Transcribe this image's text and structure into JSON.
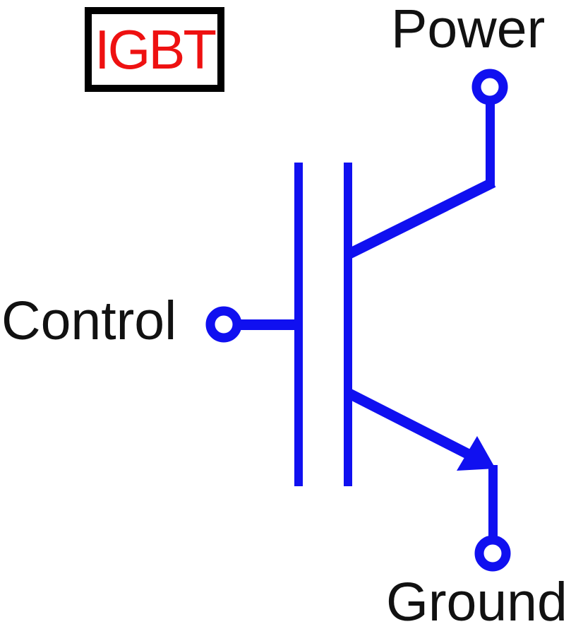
{
  "colors": {
    "background": "#ffffff",
    "symbol": "#1010f0",
    "component_label_text": "#ee1111",
    "box_border": "#000000",
    "label_text": "#111111"
  },
  "labels": {
    "component": "IGBT",
    "power": "Power",
    "control": "Control",
    "ground": "Ground"
  },
  "diagram": {
    "type": "schematic-symbol",
    "component": "IGBT",
    "terminals": [
      {
        "label": "Power",
        "position": "top-right",
        "terminal_style": "open-circle"
      },
      {
        "label": "Control",
        "position": "middle-left",
        "terminal_style": "open-circle"
      },
      {
        "label": "Ground",
        "position": "bottom-right",
        "terminal_style": "open-circle-after-arrow"
      }
    ]
  }
}
